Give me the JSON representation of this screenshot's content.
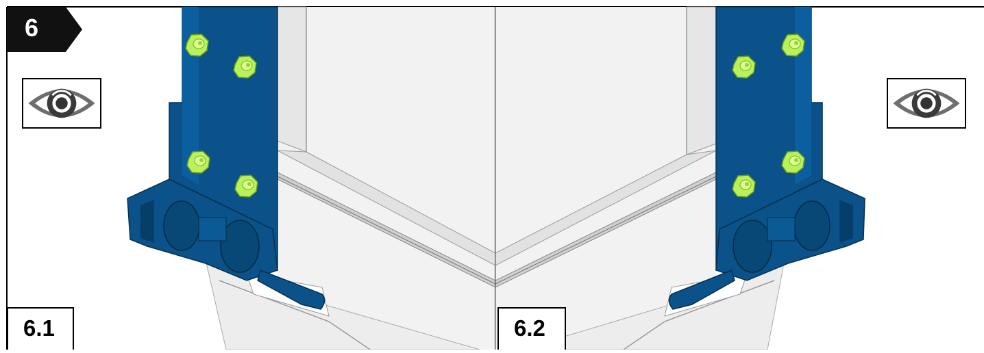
{
  "step": {
    "number": "6"
  },
  "panels": [
    {
      "label": "6.1"
    },
    {
      "label": "6.2"
    }
  ],
  "colors": {
    "bracket": "#0a5289",
    "bracket_dark": "#073e69",
    "bolt": "#b8f15a",
    "panel_fill": "#efefef",
    "outline": "#000000"
  },
  "icons": {
    "view_icon": "eye-rotate-icon",
    "step_badge": "arrow-badge"
  }
}
